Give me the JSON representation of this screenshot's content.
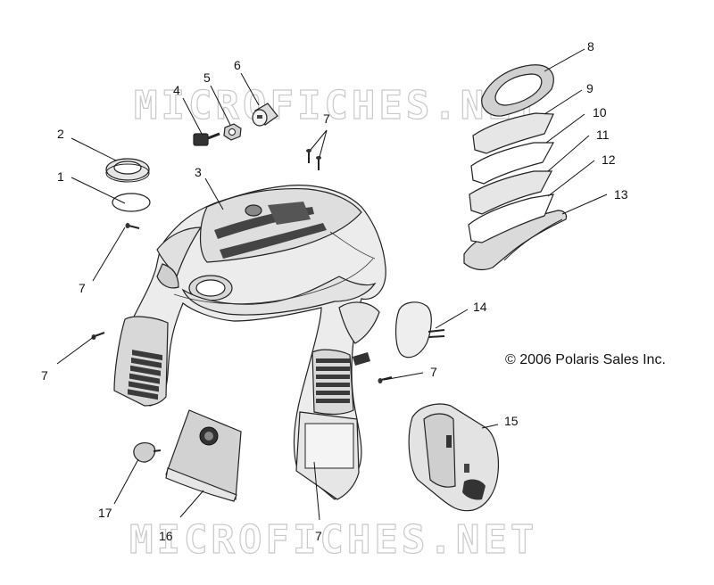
{
  "watermark": {
    "text": "MICROFICHES.NET"
  },
  "copyright": "© 2006 Polaris Sales Inc.",
  "callouts": [
    {
      "id": "c1",
      "label": "1"
    },
    {
      "id": "c2",
      "label": "2"
    },
    {
      "id": "c3",
      "label": "3"
    },
    {
      "id": "c4",
      "label": "4"
    },
    {
      "id": "c5",
      "label": "5"
    },
    {
      "id": "c6",
      "label": "6"
    },
    {
      "id": "c7a",
      "label": "7"
    },
    {
      "id": "c7b",
      "label": "7"
    },
    {
      "id": "c7c",
      "label": "7"
    },
    {
      "id": "c7d",
      "label": "7"
    },
    {
      "id": "c7e",
      "label": "7"
    },
    {
      "id": "c8",
      "label": "8"
    },
    {
      "id": "c9",
      "label": "9"
    },
    {
      "id": "c10",
      "label": "10"
    },
    {
      "id": "c11",
      "label": "11"
    },
    {
      "id": "c12",
      "label": "12"
    },
    {
      "id": "c13",
      "label": "13"
    },
    {
      "id": "c14",
      "label": "14"
    },
    {
      "id": "c15",
      "label": "15"
    },
    {
      "id": "c16",
      "label": "16"
    },
    {
      "id": "c17",
      "label": "17"
    }
  ]
}
